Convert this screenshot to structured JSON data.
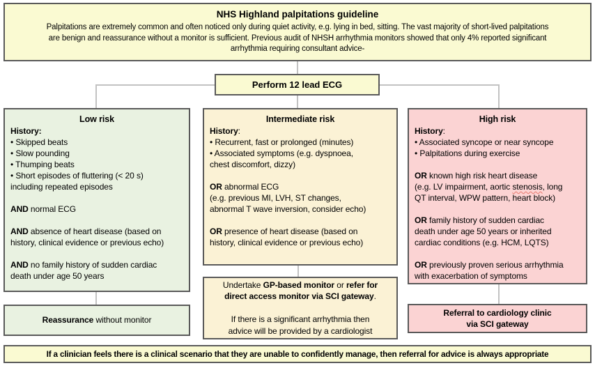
{
  "colors": {
    "paleYellow": "#fafad2",
    "cream": "#fbf2d5",
    "green": "#e9f2e1",
    "pink": "#fbd3d3",
    "border": "#595959",
    "connector": "#c2c2c2",
    "squiggle": "#e8756b",
    "text": "#000000"
  },
  "header": {
    "title": "NHS Highland palpitations guideline",
    "body_lines": [
      "Palpitations are extremely common and often noticed only during quiet activity, e.g. lying in bed, sitting. The vast majority of short-lived palpitations",
      "are benign and reassurance without a monitor is sufficient. Previous audit of NHSH arrhythmia monitors showed that only 4% reported significant",
      "arrhythmia requiring consultant advice-"
    ]
  },
  "ecg": {
    "label": "Perform 12 lead ECG"
  },
  "low": {
    "title": "Low risk",
    "lines": [
      [
        {
          "t": "History:",
          "b": true
        }
      ],
      "• Skipped beats",
      "• Slow pounding",
      "• Thumping beats",
      "• Short episodes of fluttering (< 20 s)",
      "including repeated episodes",
      "",
      [
        {
          "t": "AND",
          "b": true
        },
        {
          "t": " normal ECG"
        }
      ],
      "",
      [
        {
          "t": "AND",
          "b": true
        },
        {
          "t": " absence of heart disease (based on"
        }
      ],
      "history, clinical evidence or previous echo)",
      "",
      [
        {
          "t": "AND",
          "b": true
        },
        {
          "t": " no family history of sudden cardiac"
        }
      ],
      "death under age 50 years"
    ],
    "outcome": [
      [
        {
          "t": "Reassurance",
          "b": true
        },
        {
          "t": " without monitor"
        }
      ]
    ]
  },
  "intermediate": {
    "title": "Intermediate risk",
    "lines": [
      [
        {
          "t": "History",
          "b": true
        },
        {
          "t": ":"
        }
      ],
      "• Recurrent, fast or prolonged (minutes)",
      "• Associated symptoms (e.g. dyspnoea,",
      "chest discomfort, dizzy)",
      "",
      [
        {
          "t": "OR",
          "b": true
        },
        {
          "t": " abnormal ECG"
        }
      ],
      "(e.g. previous MI, LVH, ST changes,",
      "abnormal T wave inversion, consider echo)",
      "",
      [
        {
          "t": "OR",
          "b": true
        },
        {
          "t": " presence of heart disease (based on"
        }
      ],
      "history, clinical evidence or previous echo)"
    ],
    "outcome": [
      [
        {
          "t": "Undertake "
        },
        {
          "t": "GP-based monitor",
          "b": true
        },
        {
          "t": " or "
        },
        {
          "t": "refer for",
          "b": true
        }
      ],
      [
        {
          "t": "direct access monitor via SCI gateway",
          "b": true
        },
        {
          "t": "."
        }
      ],
      "",
      "If there is a significant arrhythmia then",
      "advice will be provided by a cardiologist"
    ]
  },
  "high": {
    "title": "High risk",
    "lines": [
      [
        {
          "t": "History",
          "b": true
        },
        {
          "t": ":"
        }
      ],
      "• Associated syncope or near syncope",
      "• Palpitations during exercise",
      "",
      [
        {
          "t": "OR",
          "b": true
        },
        {
          "t": " known high risk heart disease"
        }
      ],
      [
        {
          "t": "(e.g. LV impairment, aortic "
        },
        {
          "t": "stenosis",
          "u": true
        },
        {
          "t": ", long"
        }
      ],
      "QT interval, WPW pattern, heart block)",
      "",
      [
        {
          "t": "OR",
          "b": true
        },
        {
          "t": " family history of sudden cardiac"
        }
      ],
      "death under age 50 years or inherited",
      "cardiac conditions (e.g. HCM, LQTS)",
      "",
      [
        {
          "t": "OR",
          "b": true
        },
        {
          "t": " previously proven serious arrhythmia"
        }
      ],
      "with exacerbation of symptoms"
    ],
    "outcome": [
      [
        {
          "t": "Referral to cardiology clinic",
          "b": true
        }
      ],
      [
        {
          "t": "via SCI gateway",
          "b": true
        }
      ]
    ]
  },
  "footer": {
    "text": "If a clinician feels there is a clinical scenario that they are unable to confidently manage, then referral for advice is always appropriate"
  }
}
